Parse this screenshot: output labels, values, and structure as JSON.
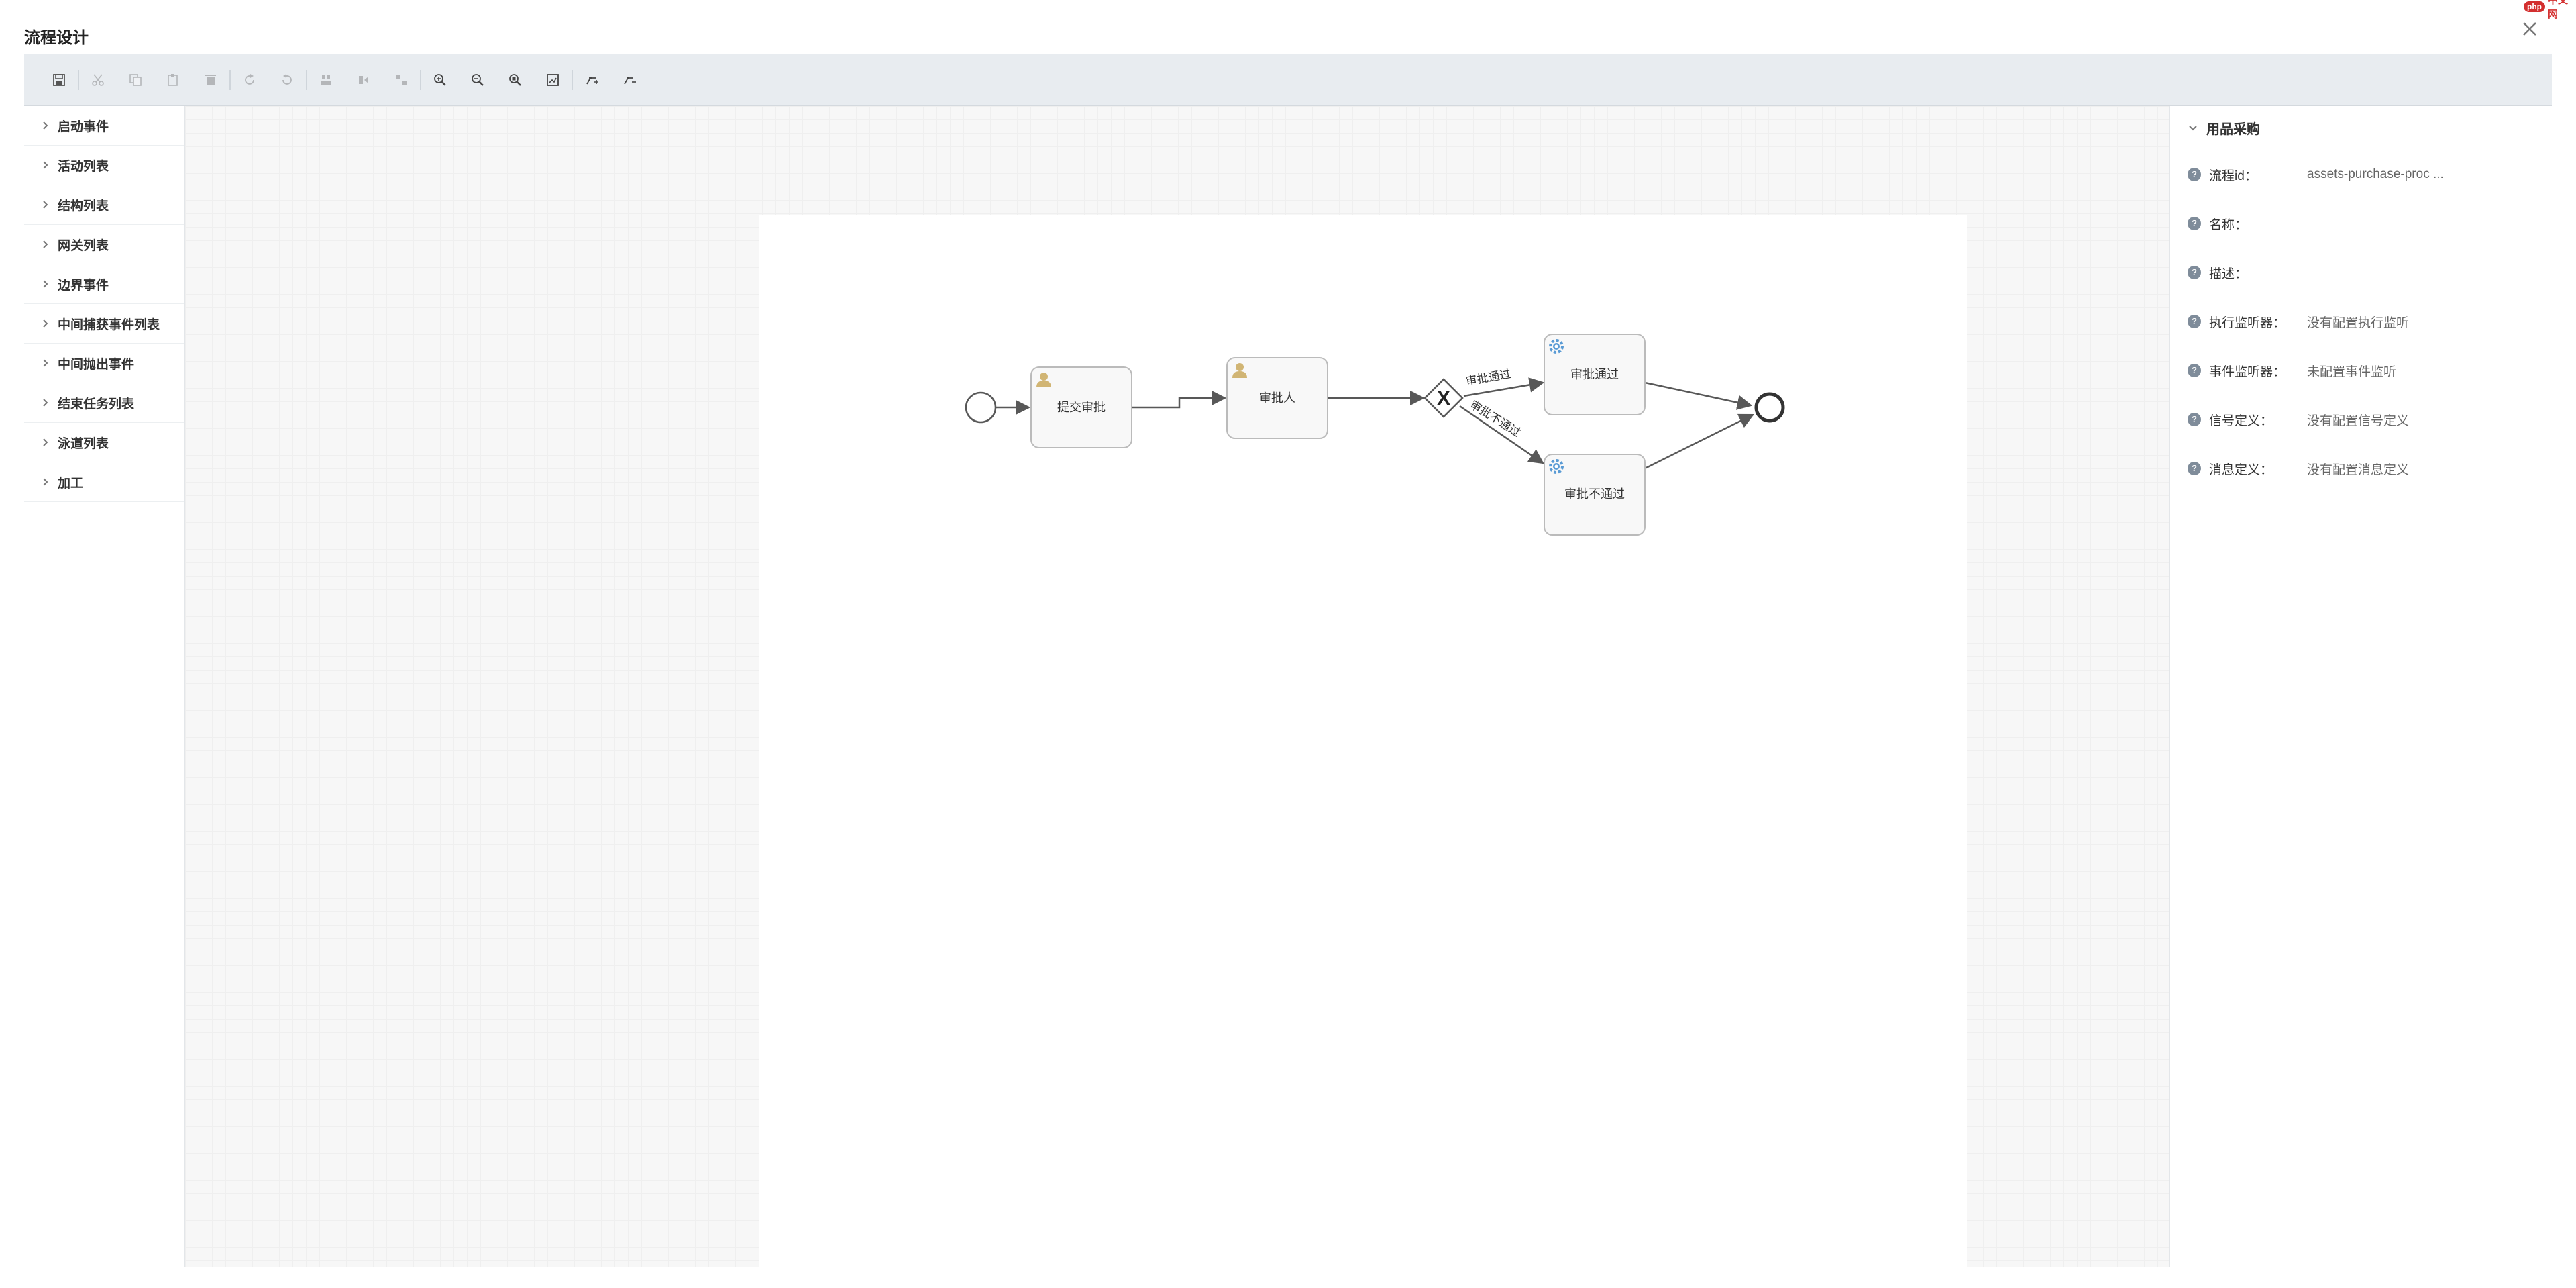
{
  "window": {
    "title": "流程设计",
    "close_icon": "close-icon"
  },
  "brand": {
    "logo": "php",
    "text": "中文网"
  },
  "toolbar": {
    "buttons": [
      {
        "icon": "save-icon",
        "enabled": true
      },
      {
        "icon": "cut-icon",
        "enabled": false
      },
      {
        "icon": "copy-icon",
        "enabled": false
      },
      {
        "icon": "paste-icon",
        "enabled": false
      },
      {
        "icon": "delete-icon",
        "enabled": false
      },
      {
        "icon": "redo-icon",
        "enabled": false
      },
      {
        "icon": "undo-icon",
        "enabled": false
      },
      {
        "icon": "align-vertical-icon",
        "enabled": false
      },
      {
        "icon": "align-horizontal-icon",
        "enabled": false
      },
      {
        "icon": "same-size-icon",
        "enabled": false
      },
      {
        "icon": "zoom-in-icon",
        "enabled": true
      },
      {
        "icon": "zoom-out-icon",
        "enabled": true
      },
      {
        "icon": "zoom-actual-icon",
        "enabled": true
      },
      {
        "icon": "zoom-fit-icon",
        "enabled": true
      },
      {
        "icon": "bendpoint-add-icon",
        "enabled": true
      },
      {
        "icon": "bendpoint-remove-icon",
        "enabled": true
      }
    ]
  },
  "sidebar": {
    "items": [
      {
        "label": "启动事件"
      },
      {
        "label": "活动列表"
      },
      {
        "label": "结构列表"
      },
      {
        "label": "网关列表"
      },
      {
        "label": "边界事件"
      },
      {
        "label": "中间捕获事件列表"
      },
      {
        "label": "中间抛出事件"
      },
      {
        "label": "结束任务列表"
      },
      {
        "label": "泳道列表"
      },
      {
        "label": "加工"
      }
    ]
  },
  "diagram": {
    "tasks": {
      "submit": "提交审批",
      "approver": "审批人",
      "approved": "审批通过",
      "rejected": "审批不通过"
    },
    "flows": {
      "pass": "审批通过",
      "fail": "审批不通过"
    },
    "gateway_symbol": "X",
    "colors": {
      "stroke": "#585858",
      "task_fill": "#f8f8f8",
      "user_icon": "#d1b574",
      "service_icon": "#5a9bd5"
    }
  },
  "properties": {
    "title": "用品采购",
    "rows": [
      {
        "name": "流程id：",
        "value": "assets-purchase-proc ..."
      },
      {
        "name": "名称：",
        "value": ""
      },
      {
        "name": "描述：",
        "value": ""
      },
      {
        "name": "执行监听器：",
        "value": "没有配置执行监听"
      },
      {
        "name": "事件监听器：",
        "value": "未配置事件监听"
      },
      {
        "name": "信号定义：",
        "value": "没有配置信号定义"
      },
      {
        "name": "消息定义：",
        "value": "没有配置消息定义"
      }
    ]
  }
}
